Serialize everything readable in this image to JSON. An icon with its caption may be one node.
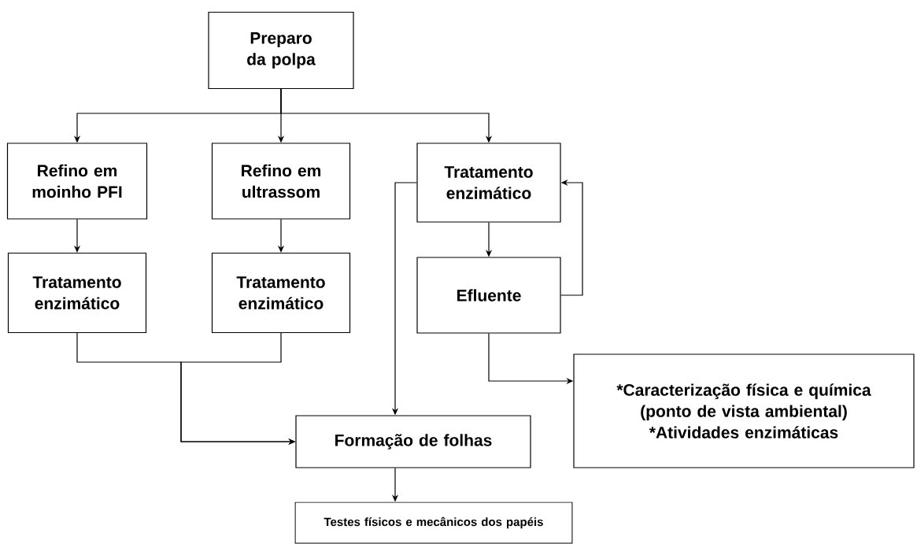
{
  "diagram": {
    "nodes": [
      {
        "text": [
          "Preparo da polpa"
        ]
      },
      {
        "text": [
          "Refino em moinho PFI"
        ]
      },
      {
        "text": [
          "Refino em ultrassom"
        ]
      },
      {
        "text": [
          "Tratamento enzimático"
        ]
      },
      {
        "text": [
          "Tratamento enzimático"
        ]
      },
      {
        "text": [
          "Tratamento enzimático"
        ]
      },
      {
        "text": [
          "Efluente"
        ]
      },
      {
        "text": [
          "Formação de folhas"
        ]
      },
      {
        "text": [
          "*Caracterização física e química (ponto de vista ambiental)",
          "*Atividades enzimáticas"
        ]
      },
      {
        "text": [
          "Testes físicos e mecânicos dos papéis"
        ]
      }
    ],
    "edges": [
      {
        "from": 0,
        "to": 1,
        "arrow": "to"
      },
      {
        "from": 0,
        "to": 2,
        "arrow": "to"
      },
      {
        "from": 0,
        "to": 3,
        "arrow": "to"
      },
      {
        "from": 1,
        "to": 4,
        "arrow": "to"
      },
      {
        "from": 2,
        "to": 5,
        "arrow": "to"
      },
      {
        "from": 3,
        "to": 6,
        "arrow": "to"
      },
      {
        "from": 6,
        "to": 3,
        "arrow": "to"
      },
      {
        "from": 3,
        "to": 7,
        "arrow": "to"
      },
      {
        "from": 4,
        "to": 7,
        "arrow": "to"
      },
      {
        "from": 5,
        "to": 7,
        "arrow": "to"
      },
      {
        "from": 6,
        "to": 8,
        "arrow": "to"
      },
      {
        "from": 7,
        "to": 9,
        "arrow": "to"
      }
    ]
  }
}
